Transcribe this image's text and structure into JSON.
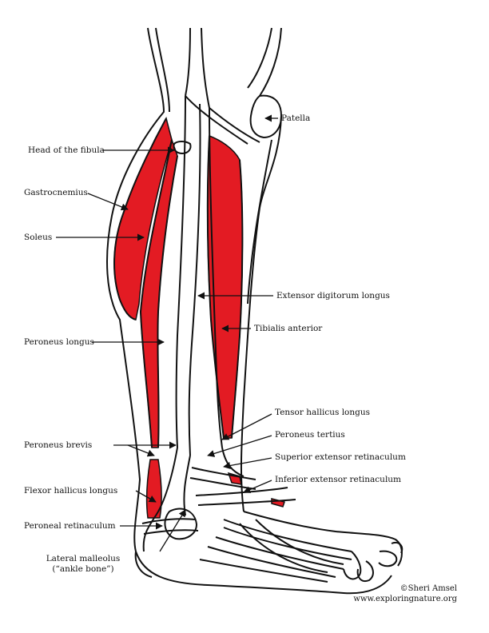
{
  "colors": {
    "muscle_red": "#e31b23",
    "outline": "#111111",
    "background": "#ffffff"
  },
  "labels_left": {
    "head_of_fibula": "Head of the fibula",
    "gastrocnemius": "Gastrocnemius",
    "soleus": "Soleus",
    "peroneus_longus": "Peroneus longus",
    "peroneus_brevis": "Peroneus brevis",
    "flexor_hallicus_longus": "Flexor hallicus longus",
    "peroneal_retinaculum": "Peroneal retinaculum",
    "lateral_malleolus_line1": "Lateral malleolus",
    "lateral_malleolus_line2": "(“ankle bone”)"
  },
  "labels_right": {
    "patella": "Patella",
    "extensor_digitorum_longus": "Extensor digitorum longus",
    "tibialis_anterior": "Tibialis anterior",
    "tensor_hallicus_longus": "Tensor hallicus longus",
    "peroneus_tertius": "Peroneus tertius",
    "superior_extensor_retinaculum": "Superior extensor retinaculum",
    "inferior_extensor_retinaculum": "Inferior extensor retinaculum"
  },
  "credit": {
    "author": "©Sheri Amsel",
    "website": "www.exploringnature.org"
  }
}
